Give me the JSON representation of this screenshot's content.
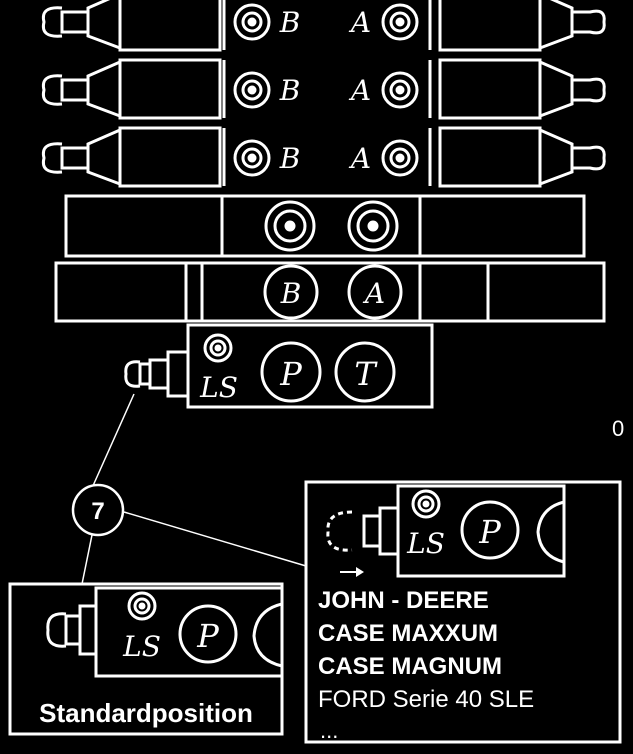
{
  "ports": {
    "row_port_left": "B",
    "row_port_right": "A",
    "middle_left": "B",
    "middle_right": "A",
    "pressure": "P",
    "tank": "T",
    "load_sense": "LS"
  },
  "edge_fragment": "0",
  "callout": "7",
  "left_inset": {
    "title": "Standardposition"
  },
  "right_inset": {
    "models": [
      "JOHN - DEERE",
      "CASE MAXXUM",
      "CASE MAGNUM",
      "FORD  Serie  40  SLE"
    ],
    "ellipsis": "..."
  },
  "colors": {
    "background": "#000000",
    "line": "#ffffff"
  }
}
